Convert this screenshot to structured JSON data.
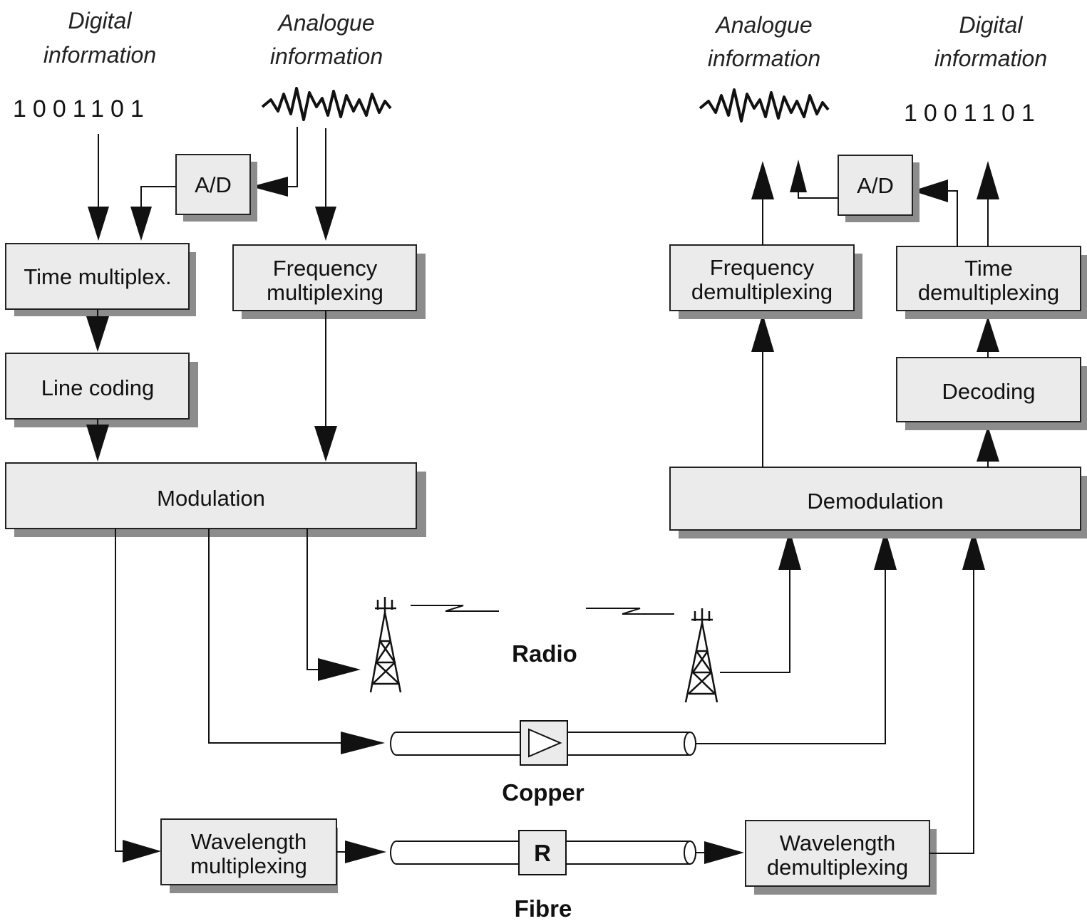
{
  "source": {
    "digital_heading": [
      "Digital",
      "information"
    ],
    "analogue_heading": [
      "Analogue",
      "information"
    ],
    "bits": "1001101",
    "ad_label": "A/D",
    "time_mux": "Time multiplex.",
    "freq_mux": [
      "Frequency",
      "multiplexing"
    ],
    "line_coding": "Line coding",
    "modulation": "Modulation"
  },
  "destination": {
    "analogue_heading": [
      "Analogue",
      "information"
    ],
    "digital_heading": [
      "Digital",
      "information"
    ],
    "bits": "1001101",
    "ad_label": "A/D",
    "freq_demux": [
      "Frequency",
      "demultiplexing"
    ],
    "time_demux": [
      "Time",
      "demultiplexing"
    ],
    "decoding": "Decoding",
    "demodulation": "Demodulation"
  },
  "media": {
    "radio": "Radio",
    "copper": "Copper",
    "fibre": "Fibre",
    "repeater": "R",
    "wdm": [
      "Wavelength",
      "multiplexing"
    ],
    "wddm": [
      "Wavelength",
      "demultiplexing"
    ]
  }
}
